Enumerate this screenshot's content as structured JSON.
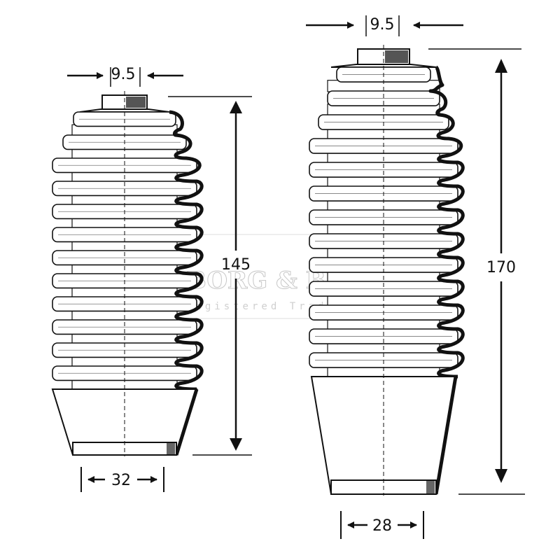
{
  "watermark": {
    "brand": "BORG & BECK",
    "tagline": "Registered Trade Mark"
  },
  "boots": [
    {
      "name": "left-boot",
      "top_diameter": "9.5",
      "length": "145",
      "bottom_diameter": "32"
    },
    {
      "name": "right-boot",
      "top_diameter": "9.5",
      "length": "170",
      "bottom_diameter": "28"
    }
  ],
  "colors": {
    "line": "#111111",
    "fill": "#ffffff",
    "watermark": "#9a9a9a"
  }
}
